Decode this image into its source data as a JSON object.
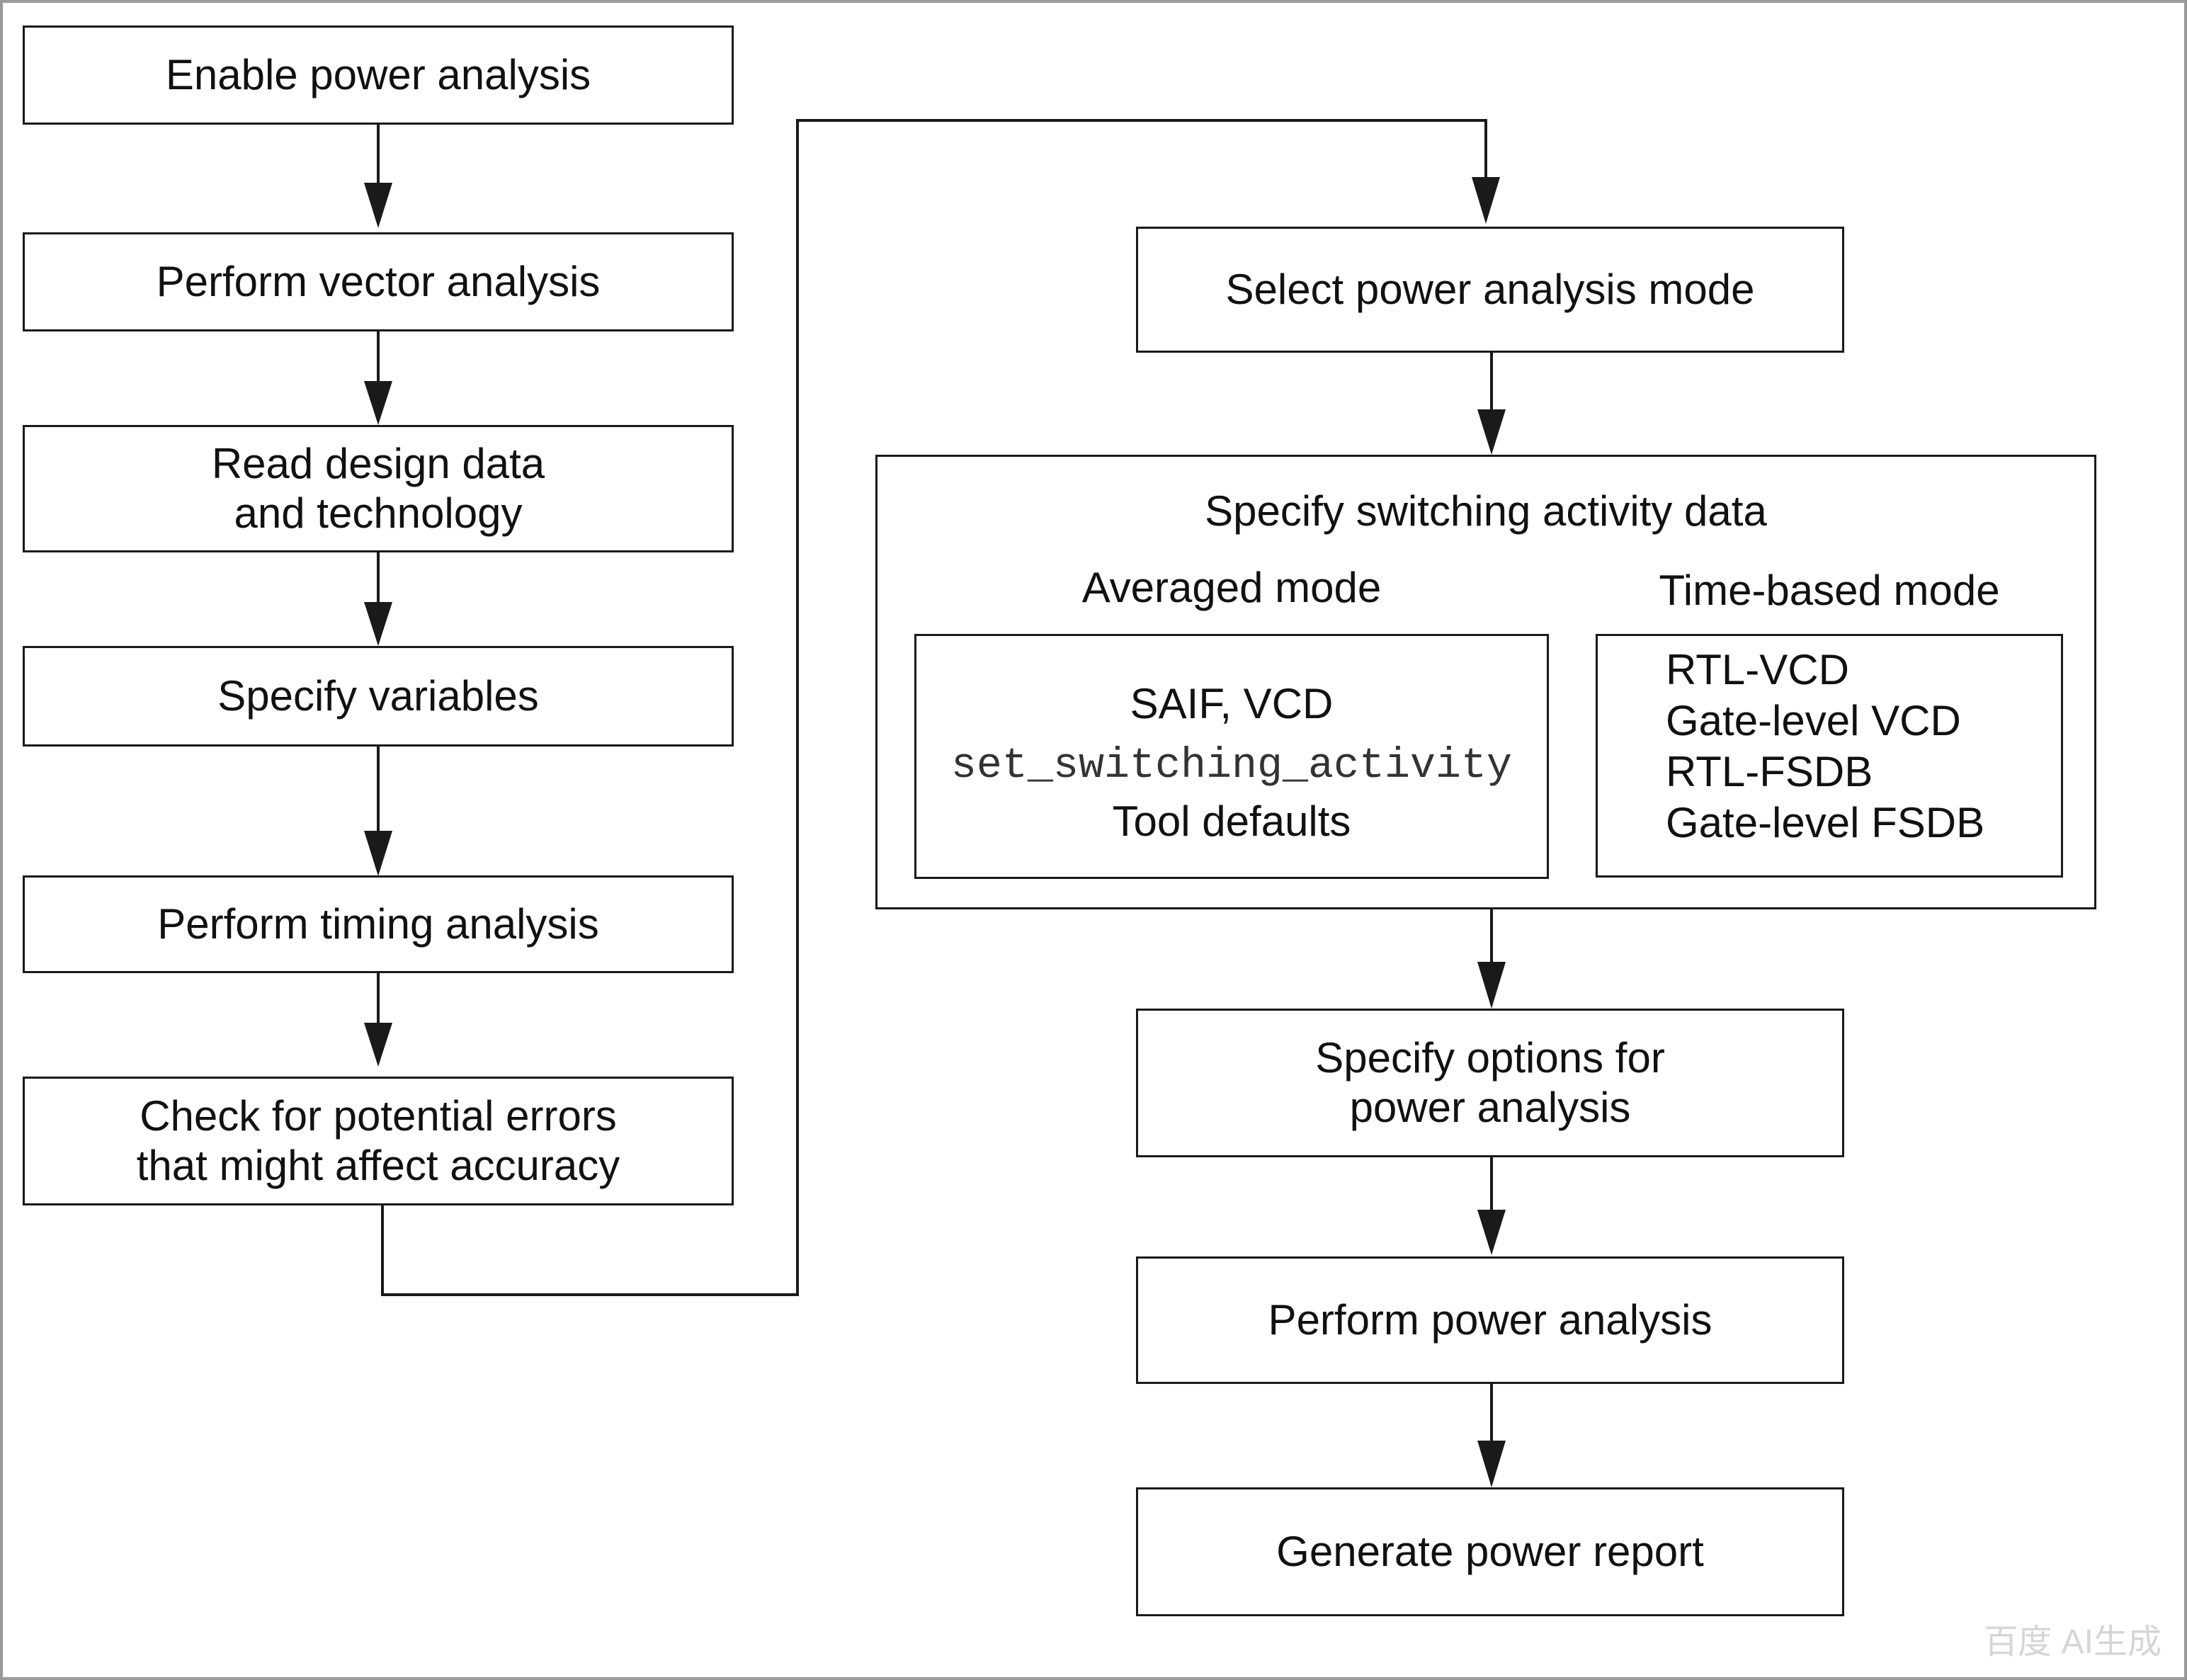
{
  "left_column": {
    "steps": [
      "Enable power analysis",
      "Perform vector analysis",
      [
        "Read design data",
        "and technology"
      ],
      "Specify variables",
      "Perform timing analysis",
      [
        "Check for potential errors",
        "that might affect accuracy"
      ]
    ]
  },
  "right_column": {
    "select_mode": "Select power analysis mode",
    "switching": {
      "title": "Specify switching activity data",
      "averaged": {
        "title": "Averaged mode",
        "items": [
          "SAIF, VCD",
          "set_switching_activity",
          "Tool defaults"
        ]
      },
      "time_based": {
        "title": "Time-based mode",
        "items": [
          "RTL-VCD",
          "Gate-level VCD",
          "RTL-FSDB",
          "Gate-level FSDB"
        ]
      }
    },
    "options": [
      "Specify options for",
      "power analysis"
    ],
    "perform": "Perform power analysis",
    "report": "Generate power report"
  },
  "watermark": "百度 AI生成",
  "colors": {
    "stroke": "#1a1a1a",
    "frame": "#9a9a9a",
    "watermark": "#d6d6d6"
  }
}
